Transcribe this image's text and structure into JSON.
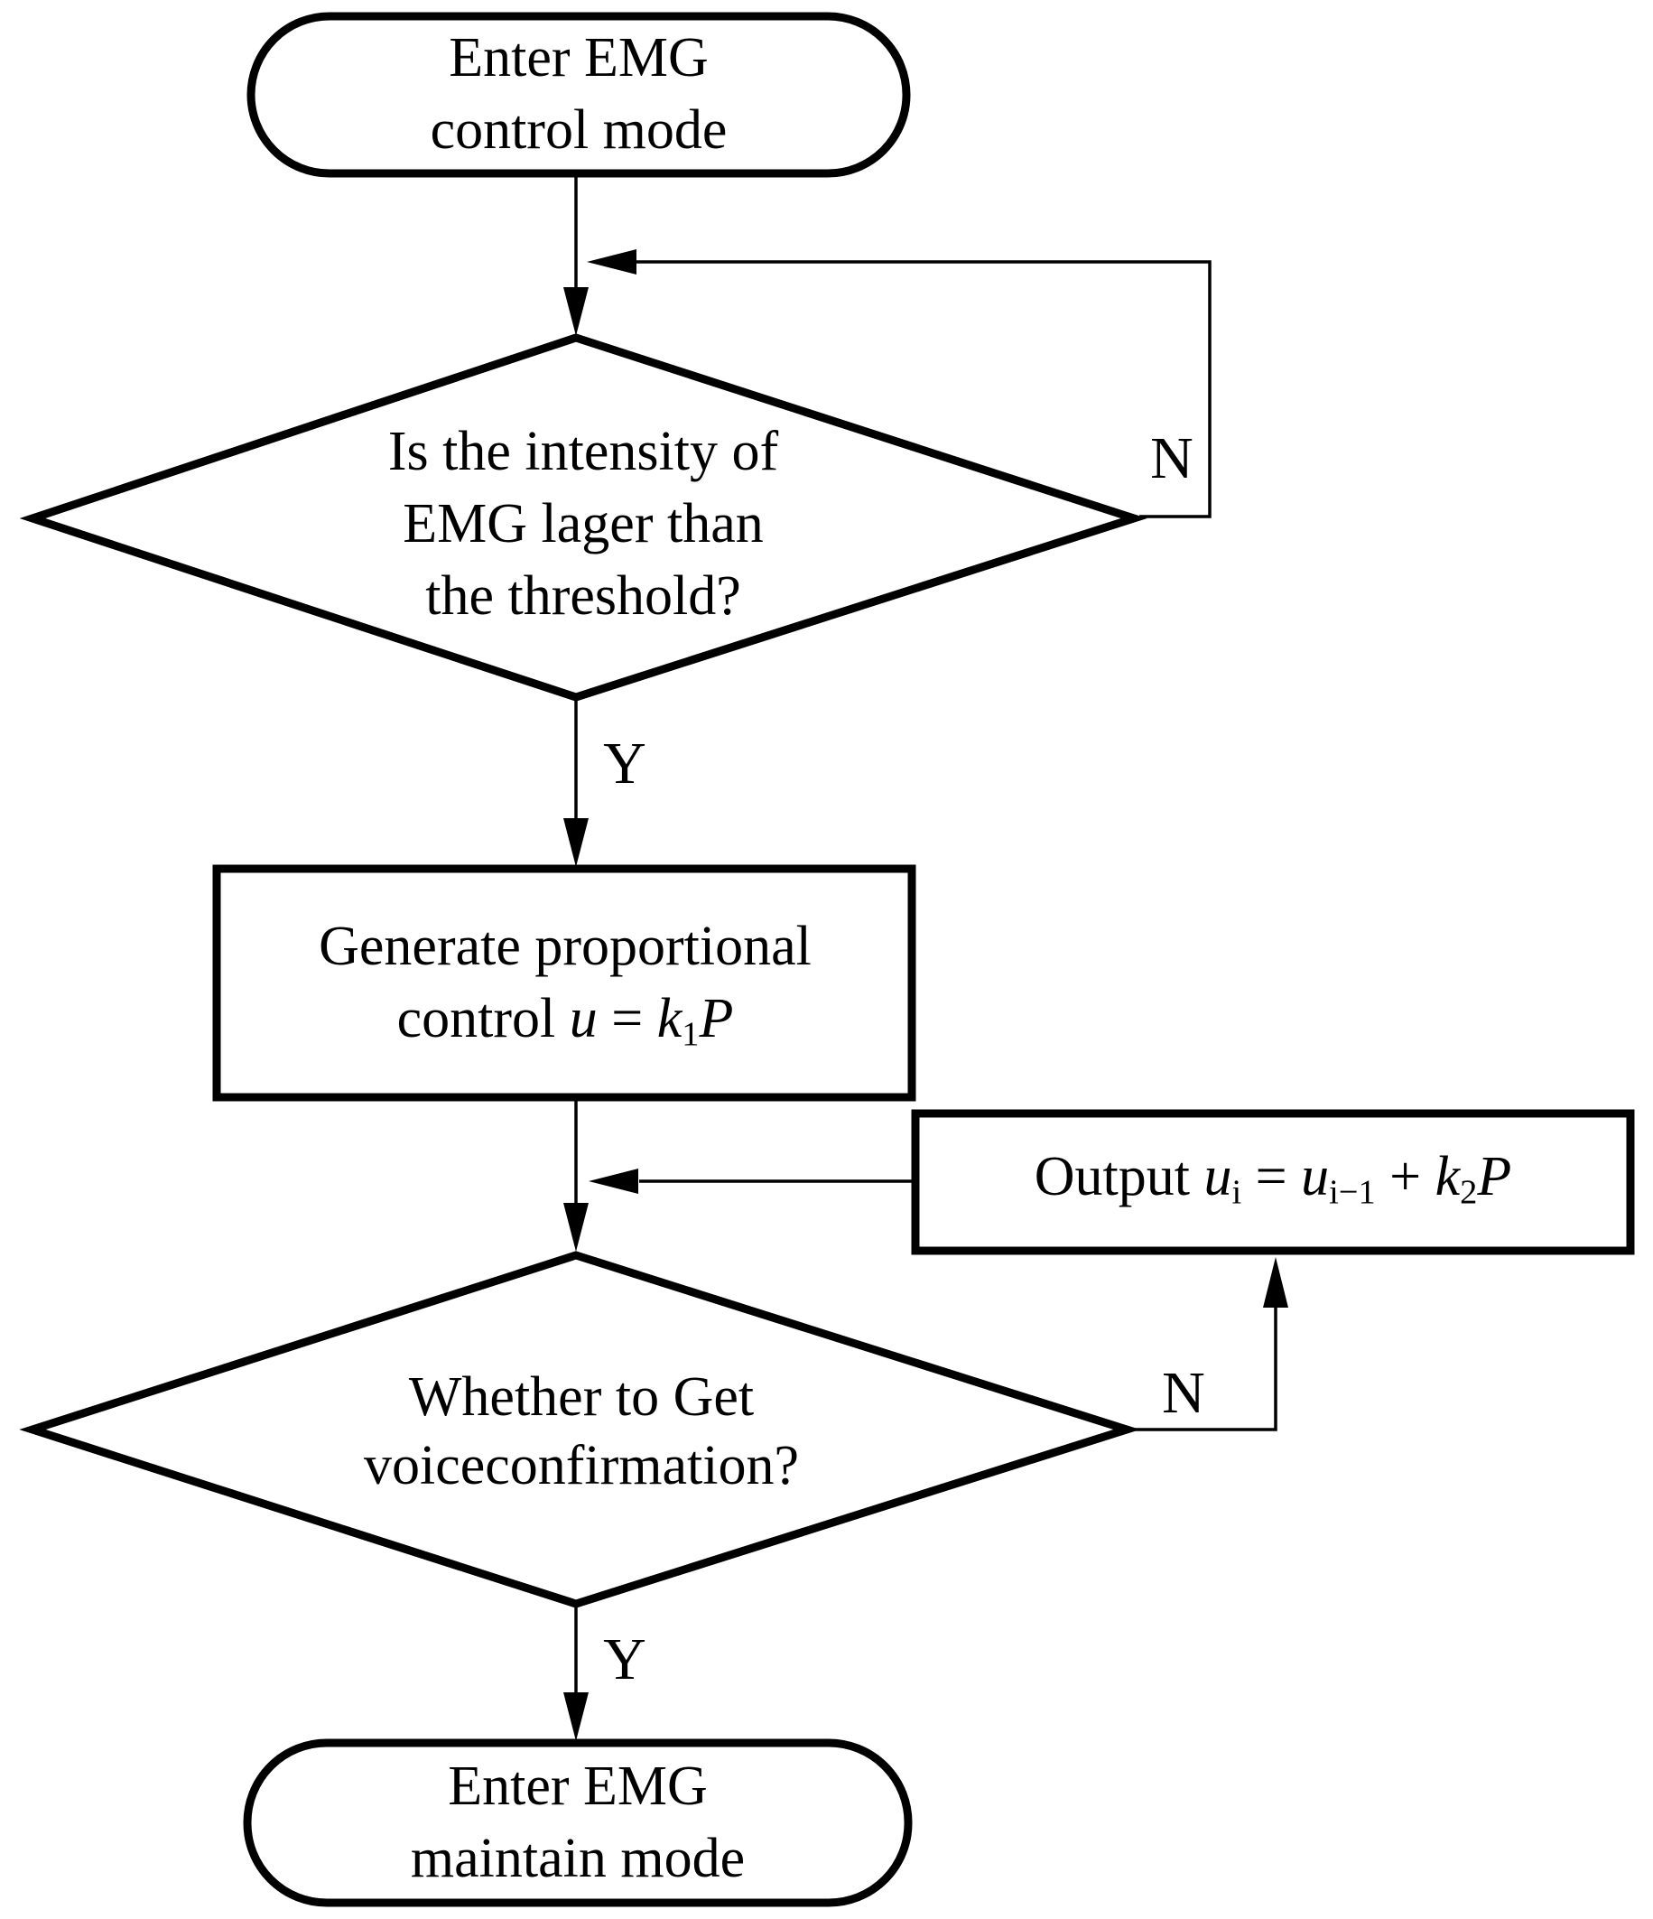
{
  "diagram": {
    "start": {
      "line1": "Enter EMG",
      "line2": "control mode"
    },
    "decision_threshold": {
      "line1": "Is the intensity of",
      "line2": "EMG lager than",
      "line3": "the threshold?"
    },
    "branch_no_1": "N",
    "branch_yes_1": "Y",
    "process_generate": {
      "line1": "Generate proportional",
      "prefix": "control ",
      "var_u": "u",
      "eq": " = ",
      "var_k": "k",
      "sub_k": "1",
      "var_p": "P"
    },
    "process_output": {
      "prefix": "Output ",
      "var_u1": "u",
      "sub_u1": "i",
      "eq": " = ",
      "var_u2": "u",
      "sub_u2": "i−1",
      "plus": " + ",
      "var_k": "k",
      "sub_k": "2",
      "var_p": "P"
    },
    "decision_voice": {
      "line1": "Whether to Get",
      "line2": "voiceconfirmation?"
    },
    "branch_no_2": "N",
    "branch_yes_2": "Y",
    "end": {
      "line1": "Enter EMG",
      "line2": "maintain mode"
    }
  },
  "colors": {
    "line": "#000000",
    "background": "#ffffff",
    "text": "#000000"
  }
}
